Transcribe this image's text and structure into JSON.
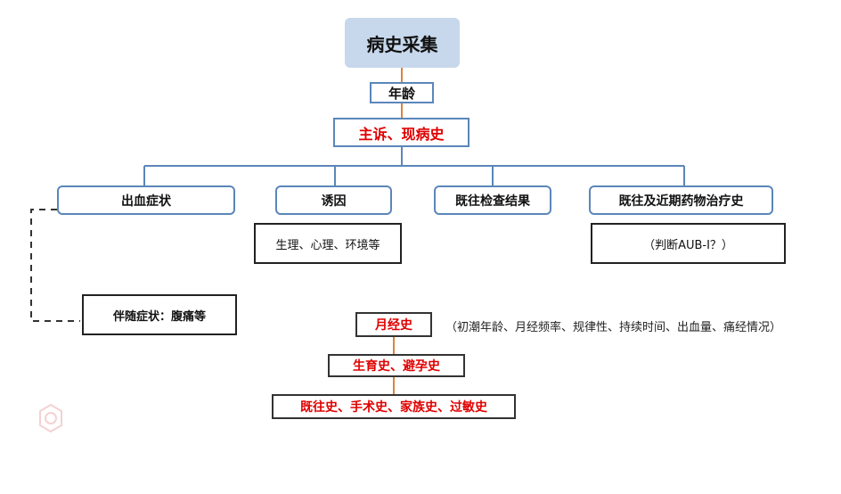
{
  "title": "病史采集",
  "age": "年龄",
  "complaint": "主诉、现病史",
  "categories": [
    {
      "label": "出血症状"
    },
    {
      "label": "诱因"
    },
    {
      "label": "既往检查结果"
    },
    {
      "label": "既往及近期药物治疗史"
    }
  ],
  "details": {
    "triggers": "生理、心理、环境等",
    "aub": "（判断AUB-I？）",
    "accompanying": "伴随症状：腹痛等"
  },
  "history": {
    "menstrual": "月经史",
    "menstrual_note": "（初潮年龄、月经频率、规律性、持续时间、出血量、痛经情况）",
    "reproductive": "生育史、避孕史",
    "other": "既往史、手术史、家族史、过敏史"
  },
  "colors": {
    "box_fill": "#c7d8ec",
    "border_blue": "#5b86ba",
    "connector_orange": "#e0803a",
    "highlight_red": "#e00000"
  }
}
